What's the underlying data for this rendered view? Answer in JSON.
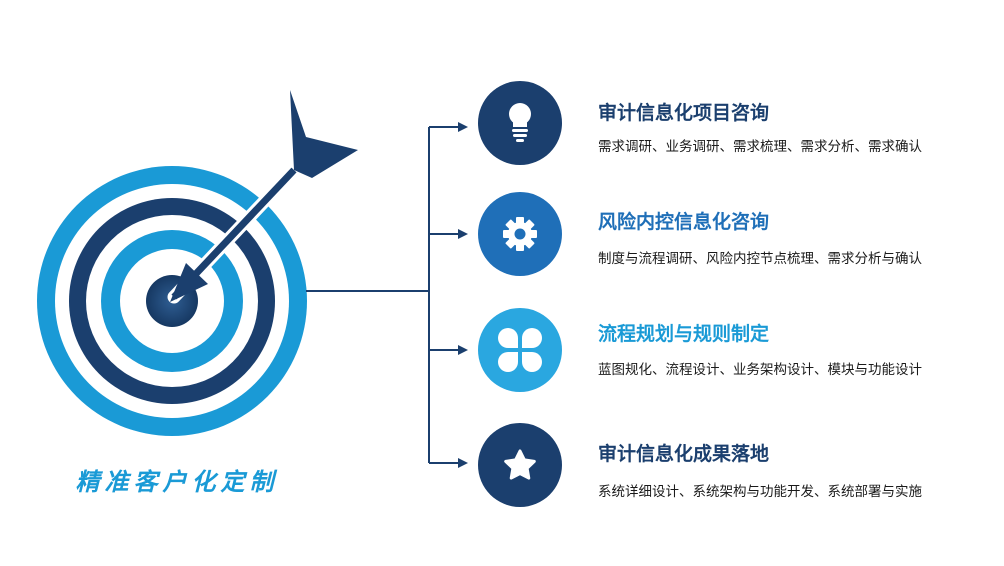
{
  "caption": "精准客户化定制",
  "colors": {
    "dark_navy": "#1b3f6e",
    "medium_blue": "#1f6fb8",
    "bright_blue": "#1a9ad6",
    "light_blue": "#2aa7e0"
  },
  "items": [
    {
      "title": "审计信息化项目咨询",
      "desc": "需求调研、业务调研、需求梳理、需求分析、需求确认",
      "icon": "lightbulb-icon",
      "title_color": "#1b3f6e",
      "circle_color": "#1b3f6e"
    },
    {
      "title": "风险内控信息化咨询",
      "desc": "制度与流程调研、风险内控节点梳理、需求分析与确认",
      "icon": "gear-icon",
      "title_color": "#1f6fb8",
      "circle_color": "#1f6fb8"
    },
    {
      "title": "流程规划与规则制定",
      "desc": "蓝图规化、流程设计、业务架构设计、模块与功能设计",
      "icon": "clover-icon",
      "title_color": "#1a9ad6",
      "circle_color": "#2aa7e0"
    },
    {
      "title": "审计信息化成果落地",
      "desc": "系统详细设计、系统架构与功能开发、系统部署与实施",
      "icon": "star-icon",
      "title_color": "#1b3f6e",
      "circle_color": "#1b3f6e"
    }
  ]
}
